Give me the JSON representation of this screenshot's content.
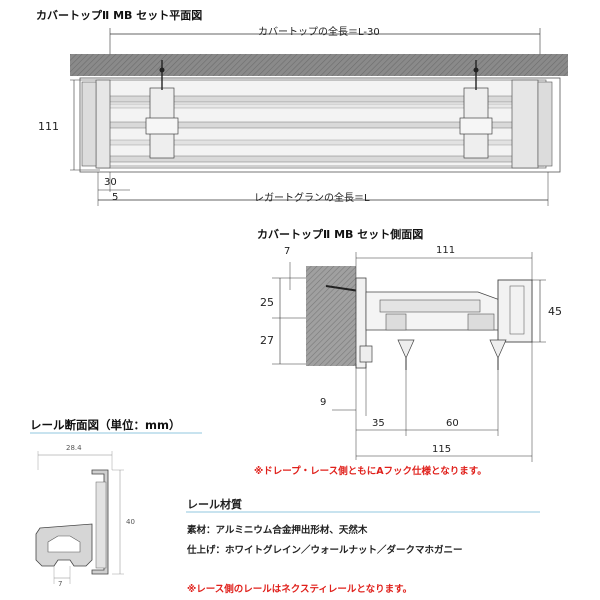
{
  "plan": {
    "title": "カバートップⅡ MB セット平面図",
    "cover_length": "カバートップの全長＝L-30",
    "rail_length": "レガートグランの全長＝L",
    "height": "111",
    "offset_30": "30",
    "offset_5": "5"
  },
  "side": {
    "title": "カバートップⅡ MB セット側面図",
    "d111": "111",
    "d7": "7",
    "d25": "25",
    "d27": "27",
    "d45": "45",
    "d9": "9",
    "d35": "35",
    "d60": "60",
    "d115": "115",
    "note": "※ドレープ・レース側ともにAフック仕様となります。"
  },
  "section": {
    "title": "レール断面図（単位：mm）",
    "width": "28.4",
    "height": "40",
    "bottom": "7"
  },
  "material": {
    "title": "レール材質",
    "material_line": "素材：アルミニウム合金押出形材、天然木",
    "finish_line": "仕上げ：ホワイトグレイン／ウォールナット／ダークマホガニー",
    "note": "※レース側のレールはネクスティレールとなります。"
  },
  "colors": {
    "ceiling": "#8c8c8c",
    "wall": "#9a9a9a",
    "rail_fill": "#d9d9d9",
    "note_red": "#e0201b",
    "underline_blue": "#c8e3ef"
  }
}
